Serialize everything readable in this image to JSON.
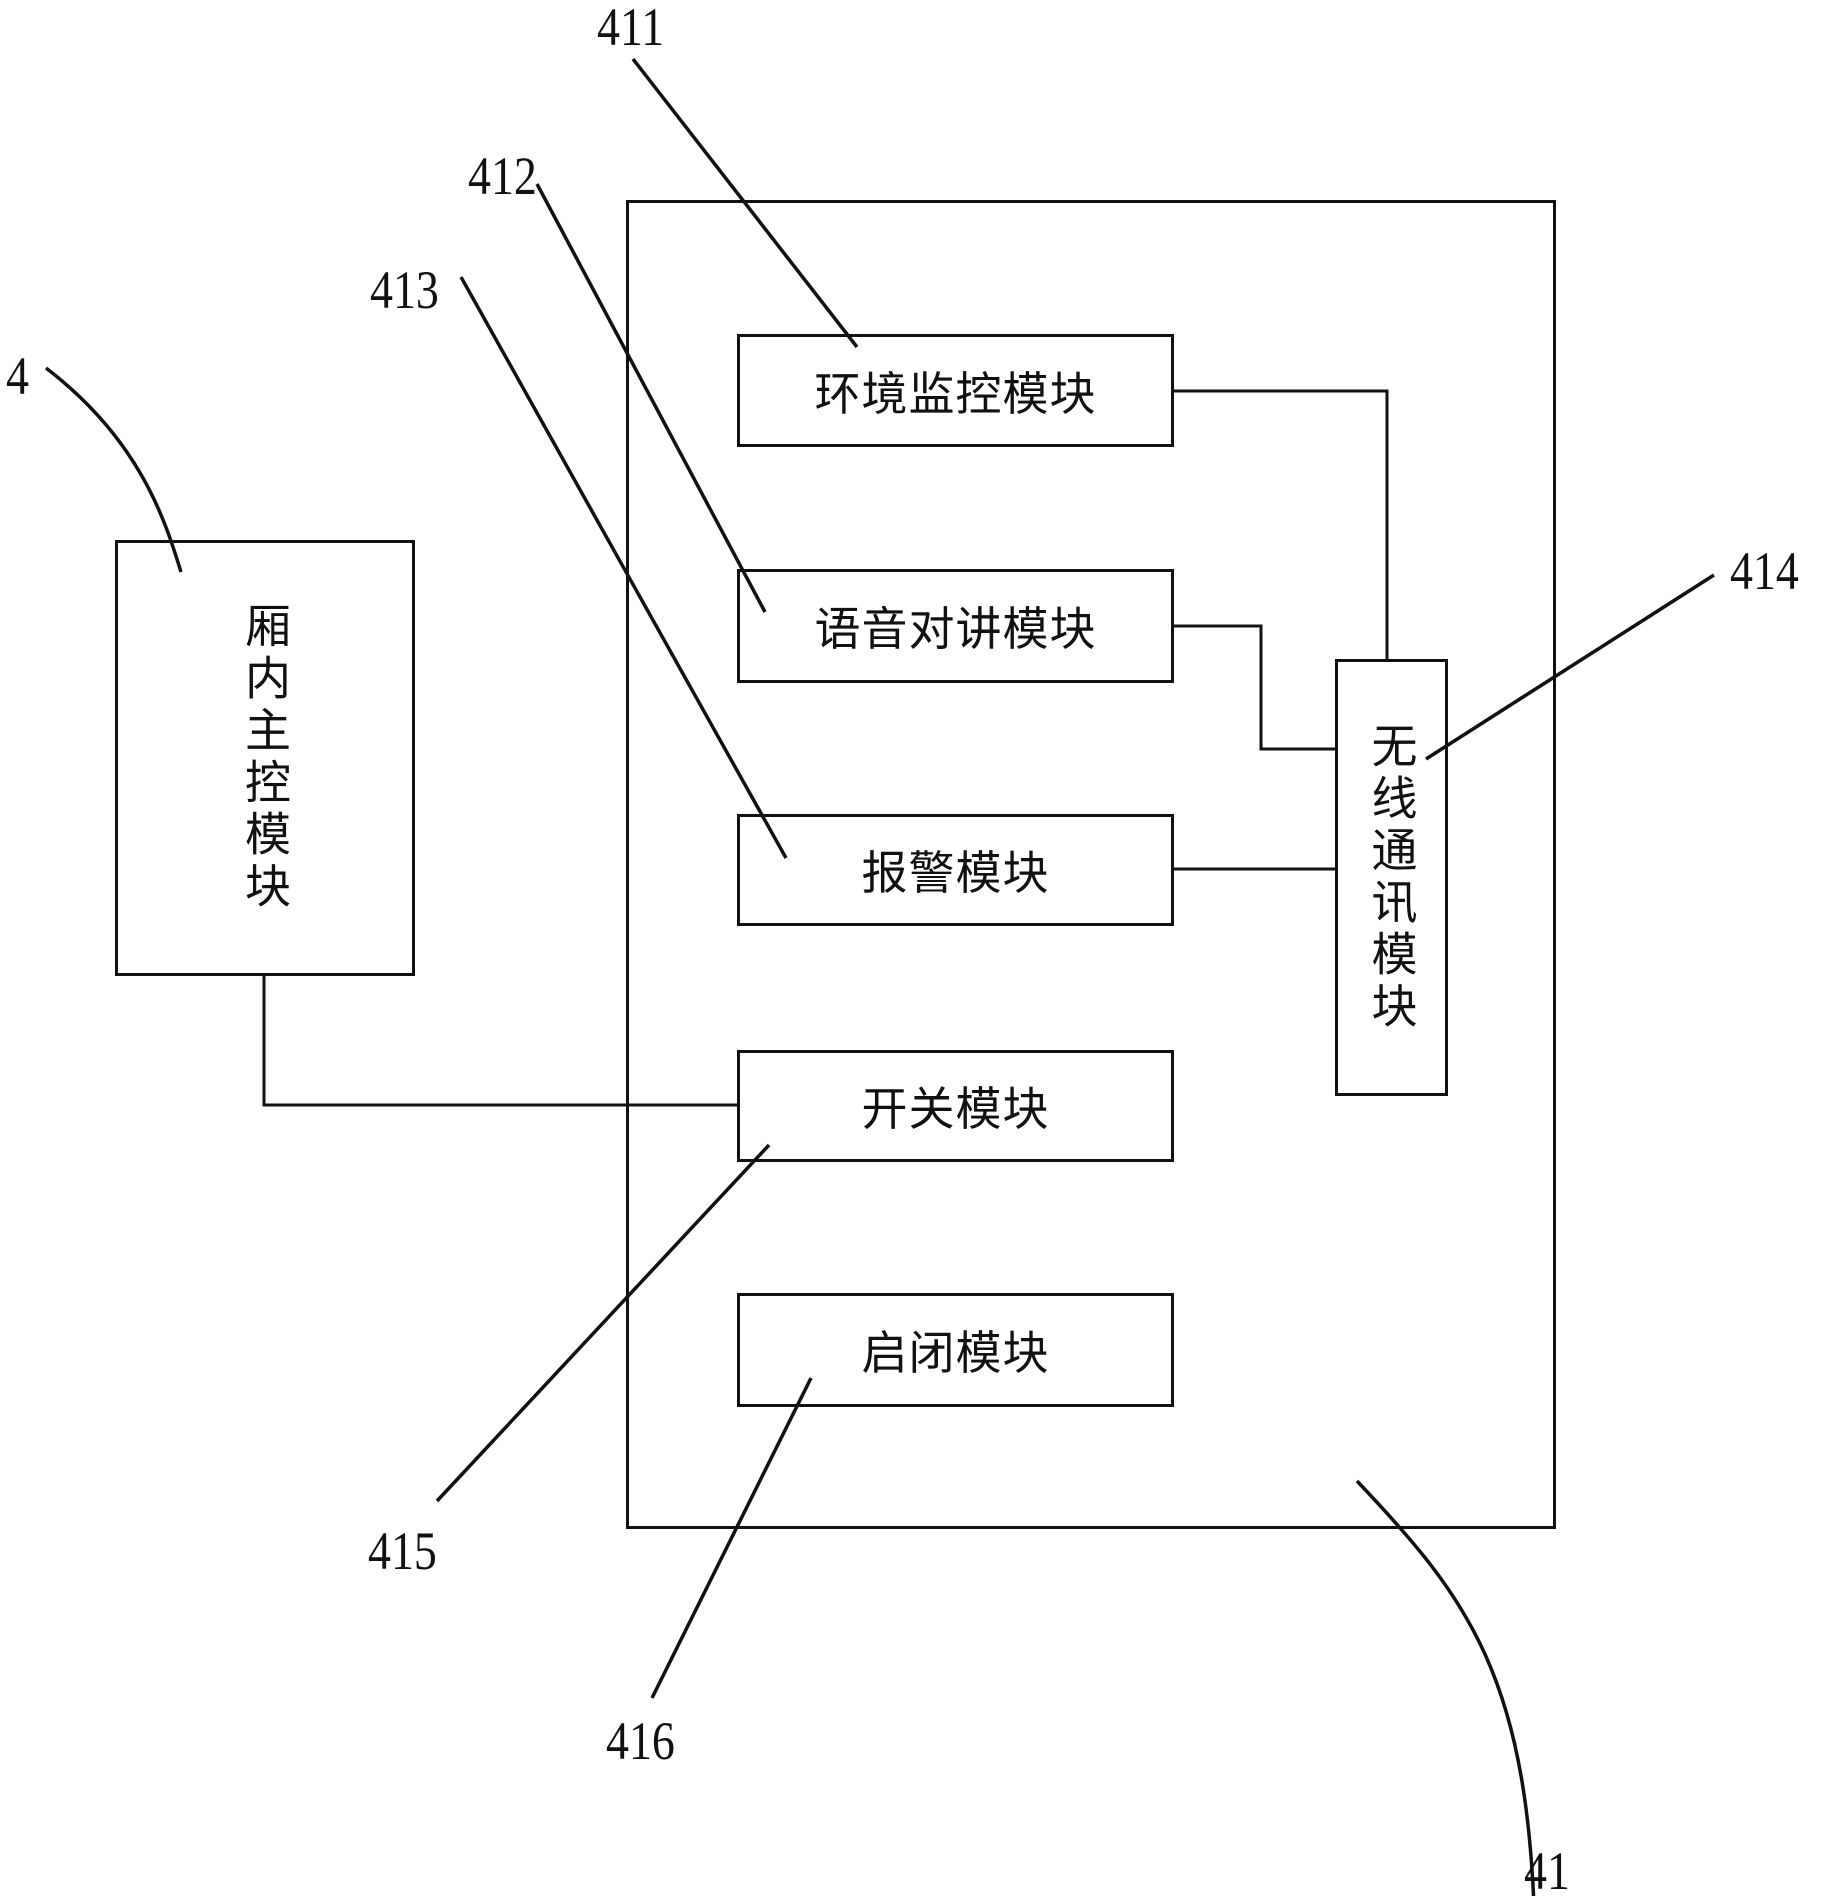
{
  "diagram": {
    "outer_ref": "41",
    "main_module": {
      "ref": "4",
      "label": "厢内主控模块"
    },
    "modules": [
      {
        "ref": "411",
        "label": "环境监控模块"
      },
      {
        "ref": "412",
        "label": "语音对讲模块"
      },
      {
        "ref": "413",
        "label": "报警模块"
      },
      {
        "ref": "415",
        "label": "开关模块"
      },
      {
        "ref": "416",
        "label": "启闭模块"
      }
    ],
    "wireless_module": {
      "ref": "414",
      "label": "无线通讯模块"
    },
    "connections": [
      [
        "环境监控模块",
        "无线通讯模块"
      ],
      [
        "语音对讲模块",
        "无线通讯模块"
      ],
      [
        "报警模块",
        "无线通讯模块"
      ],
      [
        "厢内主控模块",
        "开关模块"
      ]
    ]
  }
}
